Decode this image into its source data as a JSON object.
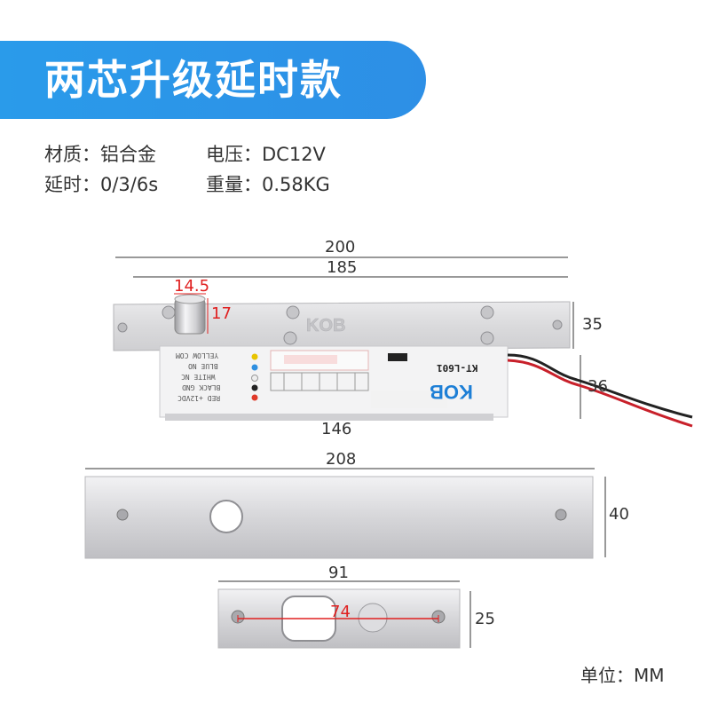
{
  "header": {
    "title": "两芯升级延时款"
  },
  "specs": {
    "material": "材质：铝合金",
    "voltage": "电压：DC12V",
    "delay": "延时：0/3/6s",
    "weight": "重量：0.58KG"
  },
  "dimensions": {
    "total_length": "200",
    "plate_length": "185",
    "pin_diameter": "14.5",
    "pin_height": "17",
    "plate_height": "35",
    "body_height": "36",
    "body_length": "146",
    "mount_length": "208",
    "mount_width": "40",
    "strike_length": "91",
    "hole_spacing": "74",
    "strike_width": "25"
  },
  "product": {
    "brand": "KOB",
    "model": "KT-L601",
    "wires": [
      "YELLOW COM",
      "BLUE NO",
      "WHITE NC",
      "BLACK GND",
      "RED +12VDC"
    ]
  },
  "footer": {
    "unit": "单位：MM"
  },
  "colors": {
    "banner": "#2a9bea",
    "dimension_red": "#e02020",
    "metal": "#d9d9db"
  }
}
